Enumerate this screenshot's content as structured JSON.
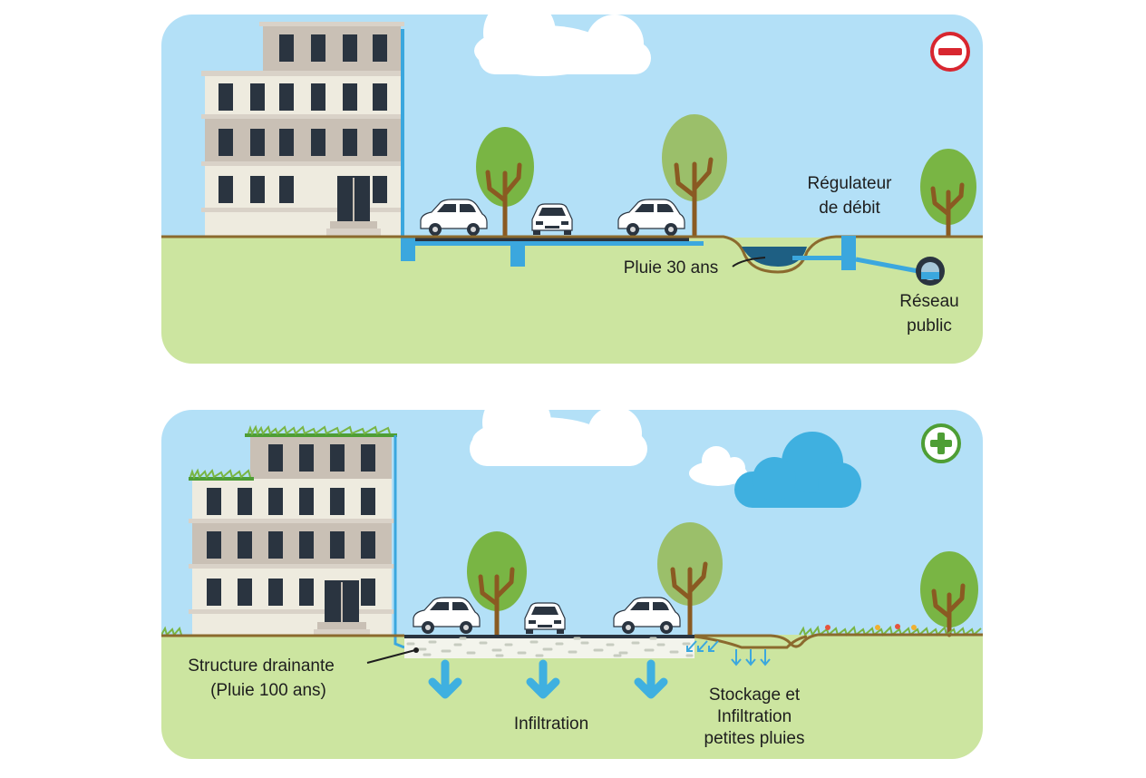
{
  "colors": {
    "sky": "#b3e0f7",
    "ground": "#cce5a0",
    "soil_line": "#8b6a2e",
    "water": "#3ba7de",
    "building_light": "#eeebdf",
    "building_dark": "#c9c0b5",
    "window": "#2a3440",
    "tree_green": "#79b544",
    "tree_olive": "#9bbf6a",
    "trunk": "#8a5a22",
    "minus_red": "#d8262f",
    "plus_green": "#4e9e35",
    "cloud_blue": "#3fb0e0"
  },
  "panel_top": {
    "indicator": "minus-icon",
    "labels": {
      "regulator_line1": "Régulateur",
      "regulator_line2": "de débit",
      "rain": "Pluie 30 ans",
      "network_line1": "Réseau",
      "network_line2": "public"
    }
  },
  "panel_bottom": {
    "indicator": "plus-icon",
    "labels": {
      "structure_line1": "Structure drainante",
      "structure_line2": "(Pluie 100 ans)",
      "infiltration": "Infiltration",
      "storage_line1": "Stockage et",
      "storage_line2": "Infiltration",
      "storage_line3": "petites pluies"
    }
  }
}
